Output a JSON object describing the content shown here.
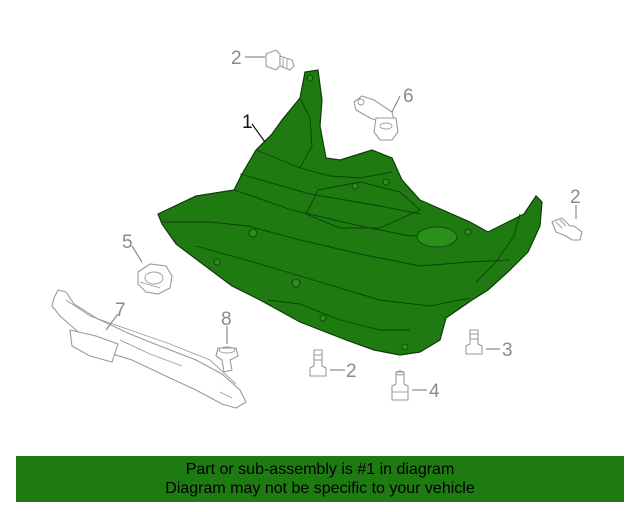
{
  "colors": {
    "highlight_part": "#1f7a12",
    "banner_background": "#1e7b12",
    "other_parts": "#9a9a9a"
  },
  "callouts": [
    {
      "id": "1",
      "label": "1",
      "part": "engine-undercover-shield"
    },
    {
      "id": "2a",
      "label": "2",
      "part": "bolt-top"
    },
    {
      "id": "6",
      "label": "6",
      "part": "bracket-nut"
    },
    {
      "id": "2b",
      "label": "2",
      "part": "bolt-right"
    },
    {
      "id": "5",
      "label": "5",
      "part": "nut-clip"
    },
    {
      "id": "7",
      "label": "7",
      "part": "deflector-panel"
    },
    {
      "id": "8",
      "label": "8",
      "part": "push-clip"
    },
    {
      "id": "2c",
      "label": "2",
      "part": "bolt-bottom"
    },
    {
      "id": "3",
      "label": "3",
      "part": "screw"
    },
    {
      "id": "4",
      "label": "4",
      "part": "grommet-bolt"
    }
  ],
  "banner": {
    "line1": "Part or sub-assembly is #1 in diagram",
    "line2": "Diagram may not be specific to your vehicle"
  }
}
